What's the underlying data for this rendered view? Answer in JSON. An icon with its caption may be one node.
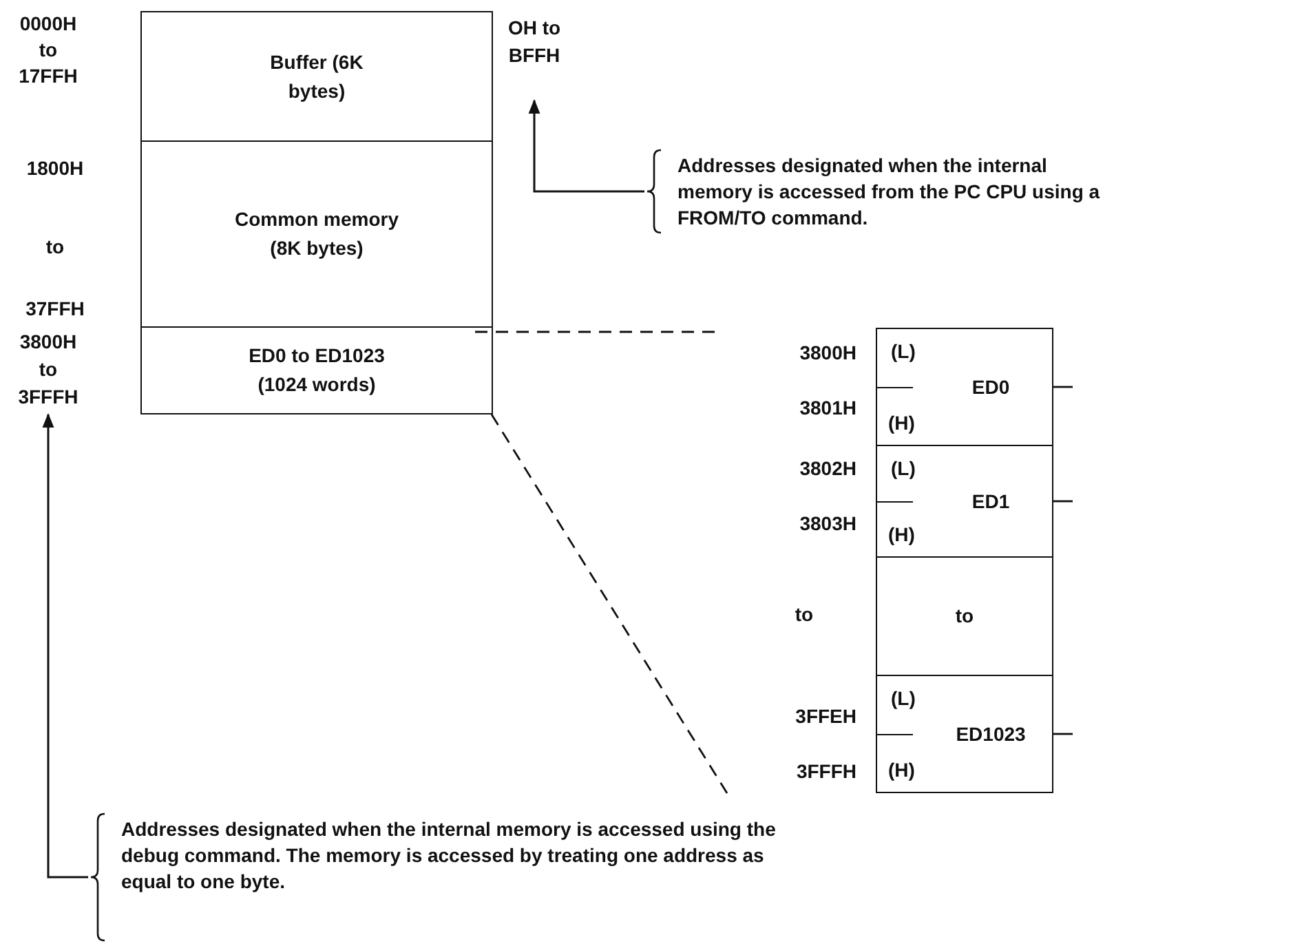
{
  "diagram": {
    "nodes": [
      {
        "text": [
          "Buffer (6K bytes)"
        ]
      },
      {
        "text": [
          "Common memory (8K bytes)"
        ]
      },
      {
        "text": [
          "ED0 to ED1023 (1024 words)"
        ]
      },
      {
        "text": [
          "(L)",
          "(H)",
          "ED0"
        ]
      },
      {
        "text": [
          "(L)",
          "(H)",
          "ED1"
        ]
      },
      {
        "text": [
          "to"
        ]
      },
      {
        "text": [
          "(L)",
          "(H)",
          "ED1023"
        ]
      },
      {
        "text": [
          "OH to BFFH"
        ]
      },
      {
        "text": [
          "Addresses designated when the internal memory is accessed from the PC CPU using a FROM/TO command."
        ]
      },
      {
        "text": [
          "3800H to 3FFFH"
        ]
      },
      {
        "text": [
          "Addresses designated when the internal memory is accessed using the debug command. The memory is accessed by treating one address as equal to one byte."
        ]
      }
    ],
    "edges": [
      {
        "from": 8,
        "to": 7,
        "arrow": "to"
      },
      {
        "from": 10,
        "to": 9,
        "arrow": "to"
      }
    ],
    "labels": [
      "0000H to 17FFH",
      "1800H",
      "to",
      "37FFH",
      "3800H",
      "3801H",
      "3802H",
      "3803H",
      "to",
      "3FFEH",
      "3FFFH"
    ]
  }
}
